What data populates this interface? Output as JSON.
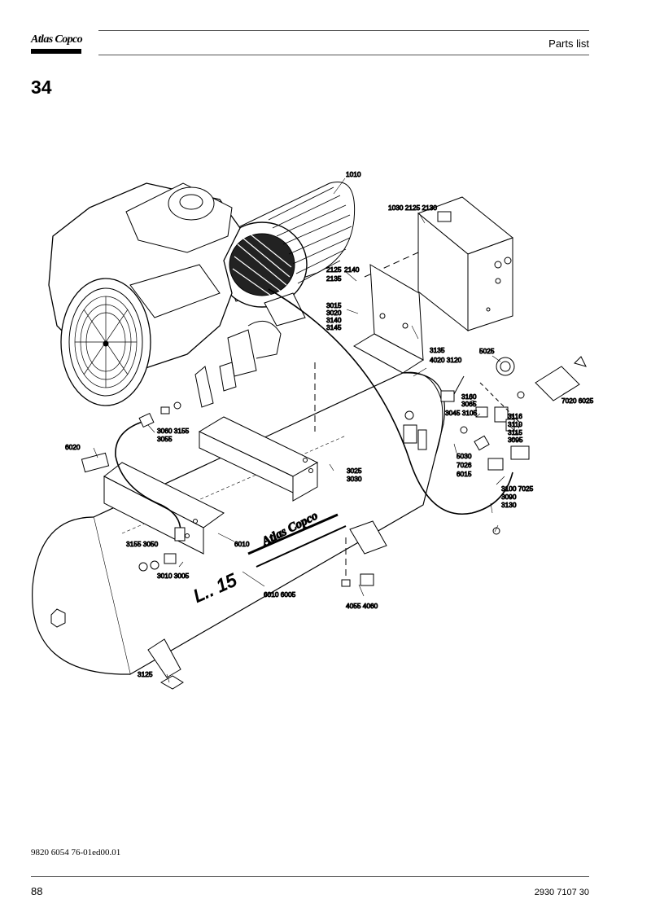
{
  "header": {
    "brand": "Atlas Copco",
    "title": "Parts list"
  },
  "section": {
    "number": "34"
  },
  "diagram": {
    "callouts": {
      "c1010": "1010",
      "c1030": "1030 2125 2130",
      "c2125a": "2125",
      "c2140": "2140",
      "c2135": "2135",
      "c3015": "3015",
      "c3020": "3020",
      "c3140": "3140",
      "c3145": "3145",
      "c3135": "3135",
      "c4020": "4020 3120",
      "c5025": "5025",
      "c3160": "3160",
      "c3065": "3065",
      "c3045": "3045 3105",
      "c3116": "3116",
      "c3110": "3110",
      "c3115": "3115",
      "c3095": "3095",
      "c7020": "7020 6025",
      "c3060": "3060 3155",
      "c3055": "3055",
      "c6020": "6020",
      "c5030": "5030",
      "c7026": "7026",
      "c6015": "6015",
      "c3025": "3025",
      "c3030": "3030",
      "c3100": "3100 7025",
      "c3090": "3090",
      "c3130": "3130",
      "c3155b": "3155 3050",
      "c6010a": "6010",
      "c3010": "3010 3005",
      "c6010b": "6010 6005",
      "c4055": "4055 4060",
      "c3125": "3125",
      "tank_brand": "Atlas Copco",
      "tank_model": "L.. 15"
    }
  },
  "footer": {
    "drawing_ref": "9820 6054 76-01ed00.01",
    "page_number": "88",
    "doc_number": "2930 7107 30"
  }
}
